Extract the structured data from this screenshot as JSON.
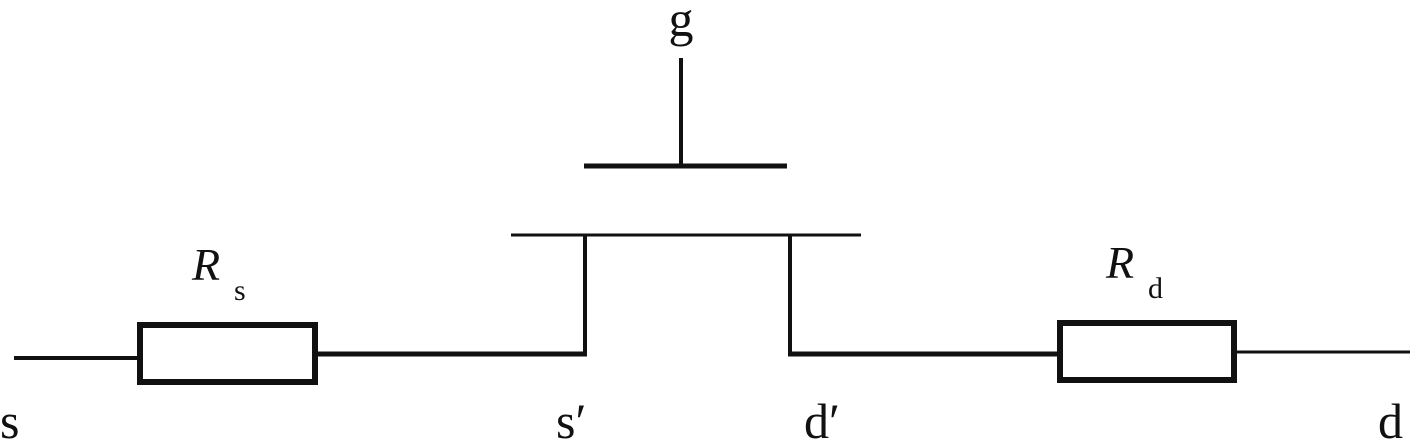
{
  "colors": {
    "ink": "#111111",
    "background": "#ffffff"
  },
  "labels": {
    "gate": "g",
    "source": "s",
    "drain": "d",
    "inner_source": "s′",
    "inner_drain": "d′",
    "rs_symbol": "R",
    "rs_subscript": "s",
    "rd_symbol": "R",
    "rd_subscript": "d"
  }
}
